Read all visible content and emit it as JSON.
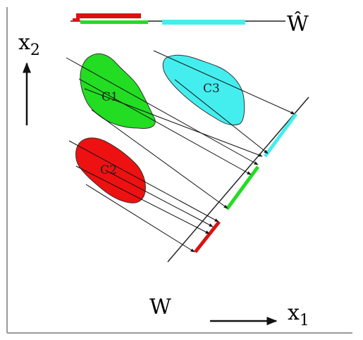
{
  "axes": {
    "x1": {
      "base": "x",
      "sub": "1"
    },
    "x2": {
      "base": "x",
      "sub": "2"
    }
  },
  "projection_labels": {
    "w": "W",
    "w_hat": "Ŵ"
  },
  "clusters": [
    {
      "id": "c1",
      "label": "C1",
      "color": "#22dd22"
    },
    {
      "id": "c2",
      "label": "C2",
      "color": "#ee1111"
    },
    {
      "id": "c3",
      "label": "C3",
      "color": "#44eeee"
    }
  ],
  "colors": {
    "axis": "#111111",
    "frame": "#999999",
    "arrow": "#111111"
  }
}
